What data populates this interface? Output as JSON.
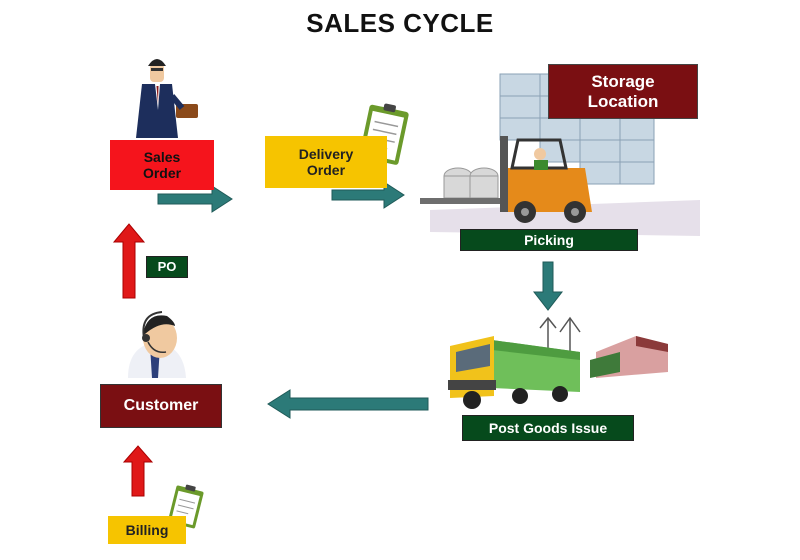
{
  "title": "SALES CYCLE",
  "nodes": {
    "sales_order": "Sales\nOrder",
    "delivery_order": "Delivery\nOrder",
    "storage_location": "Storage\nLocation",
    "picking": "Picking",
    "post_goods_issue": "Post Goods Issue",
    "po": "PO",
    "customer": "Customer",
    "billing": "Billing"
  },
  "colors": {
    "red": "#f5141c",
    "yellow": "#f6c400",
    "maroon": "#7a0f12",
    "dark_green": "#064a1c",
    "teal_arrow": "#2c7a78"
  },
  "icons": [
    "businessman-icon",
    "clipboard-icon",
    "warehouse-forklift-icon",
    "delivery-truck-icon",
    "customer-headset-icon"
  ]
}
